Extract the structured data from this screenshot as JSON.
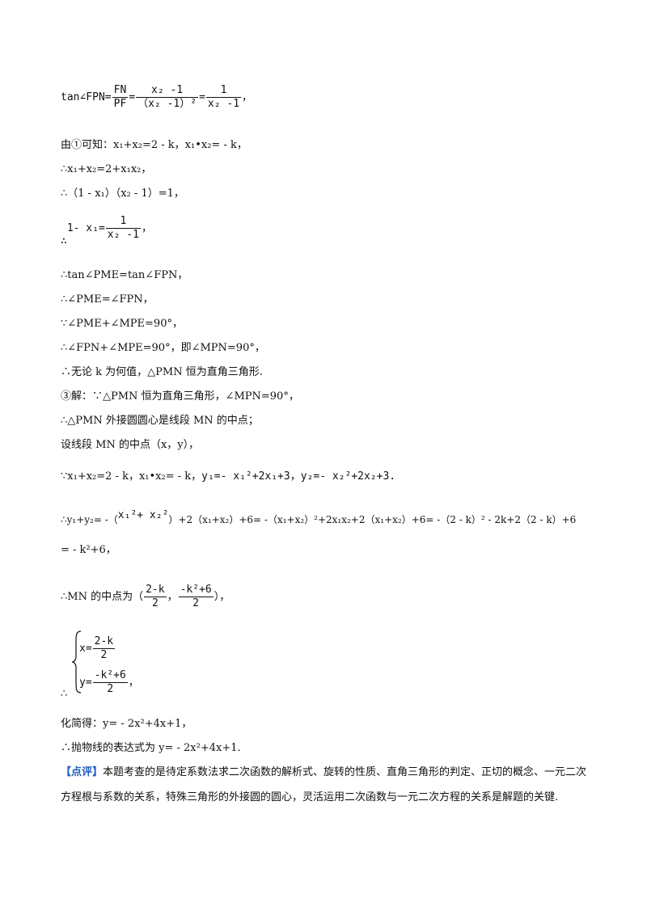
{
  "lines": {
    "l_tan_prefix": "tan∠FPN=",
    "l_tan_f1_num": "FN",
    "l_tan_f1_den": "PF",
    "l_tan_eq1": "=",
    "l_tan_f2_num": "x₂ -1",
    "l_tan_f2_den": "（x₂ -1）²",
    "l_tan_eq2": "=",
    "l_tan_f3_num": "1",
    "l_tan_f3_den": "x₂ -1",
    "l_tan_end": "，",
    "l2": "由①可知：x₁+x₂=2 - k，x₁•x₂= - k，",
    "l3": "∴x₁+x₂=2+x₁x₂，",
    "l4": "∴（1 - x₁）（x₂ - 1）=1，",
    "l5_prefix": "∴",
    "l5_lhs": "1- x₁=",
    "l5_num": "1",
    "l5_den": "x₂ -1",
    "l5_end": "，",
    "l6": "∴tan∠PME=tan∠FPN，",
    "l7": "∴∠PME=∠FPN，",
    "l8": "∵∠PME+∠MPE=90°，",
    "l9": "∴∠FPN+∠MPE=90°，即∠MPN=90°，",
    "l10": "∴无论 k 为何值，△PMN 恒为直角三角形.",
    "l11": "③解：∵△PMN 恒为直角三角形，∠MPN=90°，",
    "l12": "∴△PMN 外接圆圆心是线段 MN 的中点；",
    "l13": "设线段 MN 的中点（x，y），",
    "l14_a": "∵x₁+x₂=2 - k，x₁•x₂= - k，",
    "l14_b": "y₁=- x₁²+2x₁+3，y₂=- x₂²+2x₂+3.",
    "l15_a": "∴y₁+y₂= -（",
    "l15_b": "x₁²+ x₂²",
    "l15_c": "）+2（x₁+x₂）+6= -（x₁+x₂）²+2x₁x₂+2（x₁+x₂）+6= -（2 - k）² - 2k+2（2 - k）+6",
    "l16": "= - k²+6，",
    "l17_prefix": "∴MN 的中点为",
    "l17_open": "（",
    "l17_n1": "2-k",
    "l17_d1": "2",
    "l17_sep": "，",
    "l17_n2": "-k²+6",
    "l17_d2": "2",
    "l17_close": "），",
    "l18_prefix": "∴",
    "l18_x": "x=",
    "l18_xn": "2-k",
    "l18_xd": "2",
    "l18_y": "y=",
    "l18_yn": "-k²+6",
    "l18_yd": "2",
    "l18_end": "，",
    "l19": "化简得：y= - 2x²+4x+1，",
    "l20": "∴抛物线的表达式为 y= - 2x²+4x+1.",
    "comment_tag": "【点评】",
    "comment_text": "本题考查的是待定系数法求二次函数的解析式、旋转的性质、直角三角形的判定、正切的概念、一元二次方程根与系数的关系，特殊三角形的外接圆的圆心，灵活运用二次函数与一元二次方程的关系是解题的关键."
  },
  "colors": {
    "comment_tag": "#1f5fbf",
    "text": "#111111"
  }
}
